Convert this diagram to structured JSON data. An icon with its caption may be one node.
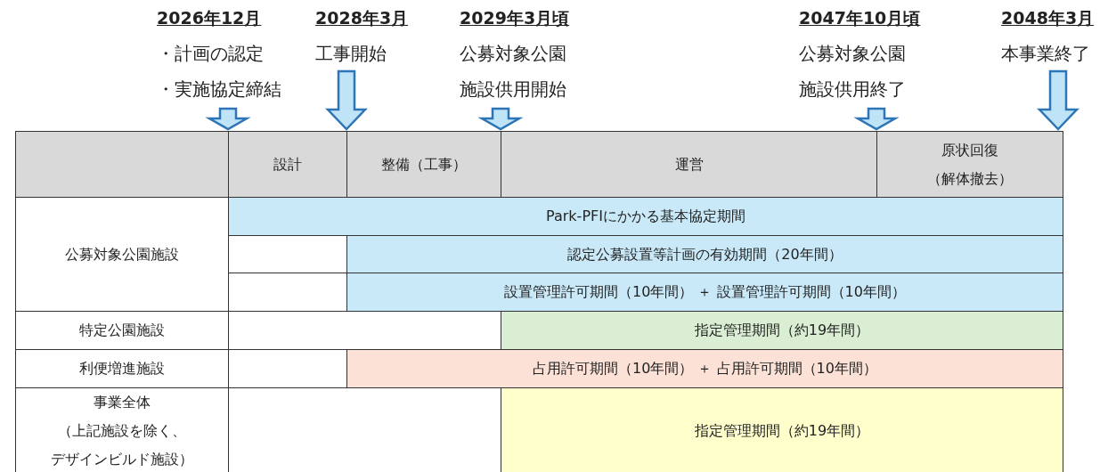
{
  "diagram": {
    "nodes": [
      {
        "text": [
          "2026年12月",
          "・計画の認定",
          "・実施協定締結"
        ]
      },
      {
        "text": [
          "2028年3月",
          "工事開始"
        ]
      },
      {
        "text": [
          "2029年3月頃",
          "公募対象公園施設供用開始"
        ]
      },
      {
        "text": [
          "2047年10月頃",
          "公募対象公園施設供用終了"
        ]
      },
      {
        "text": [
          "2048年3月",
          "本事業終了"
        ]
      },
      {
        "text": [
          "Park-PFIにかかる基本協定期間"
        ]
      },
      {
        "text": [
          "認定公募設置等計画の有効期間（20年間）"
        ]
      },
      {
        "text": [
          "設置管理許可期間（10年間） ＋ 設置管理許可期間（10年間）"
        ]
      },
      {
        "text": [
          "指定管理期間（約19年間）"
        ]
      },
      {
        "text": [
          "占用許可期間（10年間） ＋ 占用許可期間（10年間）"
        ]
      },
      {
        "text": [
          "指定管理期間（約19年間）"
        ]
      }
    ],
    "edges": [
      {
        "from": 0,
        "to": null,
        "arrow": "to"
      },
      {
        "from": 1,
        "to": null,
        "arrow": "to"
      },
      {
        "from": 2,
        "to": null,
        "arrow": "to"
      },
      {
        "from": 3,
        "to": null,
        "arrow": "to"
      },
      {
        "from": 4,
        "to": null,
        "arrow": "to"
      }
    ],
    "labels": [
      "設計",
      "整備（工事）",
      "運営",
      "原状回復（解体撤去）",
      "公募対象公園施設",
      "特定公園施設",
      "利便増進施設",
      "事業全体（上記施設を除く、デザインビルド施設）"
    ]
  }
}
